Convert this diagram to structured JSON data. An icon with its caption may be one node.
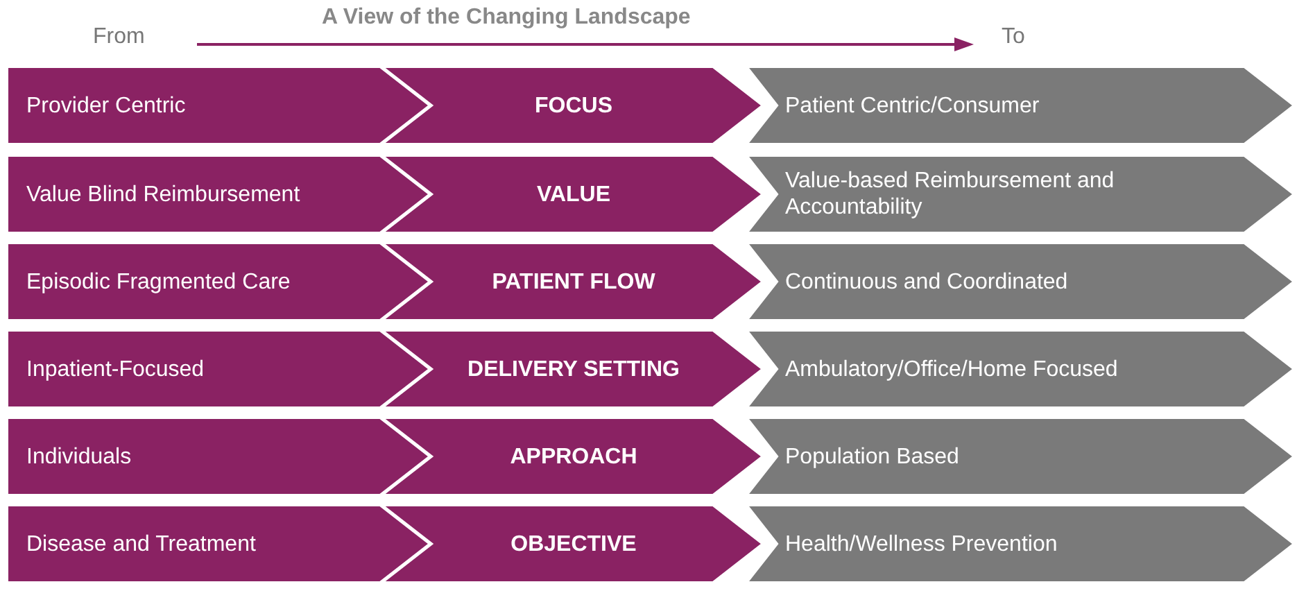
{
  "diagram": {
    "title": "A View of the Changing Landscape",
    "nodes": [
      {
        "text": [
          "Provider Centric"
        ]
      },
      {
        "text": [
          "FOCUS"
        ]
      },
      {
        "text": [
          "Patient Centric/Consumer"
        ]
      },
      {
        "text": [
          "Value Blind Reimbursement"
        ]
      },
      {
        "text": [
          "VALUE"
        ]
      },
      {
        "text": [
          "Value-based Reimbursement and Accountability"
        ]
      },
      {
        "text": [
          "Episodic Fragmented Care"
        ]
      },
      {
        "text": [
          "PATIENT FLOW"
        ]
      },
      {
        "text": [
          "Continuous and Coordinated"
        ]
      },
      {
        "text": [
          "Inpatient-Focused"
        ]
      },
      {
        "text": [
          "DELIVERY SETTING"
        ]
      },
      {
        "text": [
          "Ambulatory/Office/Home Focused"
        ]
      },
      {
        "text": [
          "Individuals"
        ]
      },
      {
        "text": [
          "APPROACH"
        ]
      },
      {
        "text": [
          "Population Based"
        ]
      },
      {
        "text": [
          "Disease and Treatment"
        ]
      },
      {
        "text": [
          "OBJECTIVE"
        ]
      },
      {
        "text": [
          "Health/Wellness Prevention"
        ]
      }
    ],
    "labels": [
      "From",
      "To"
    ]
  }
}
